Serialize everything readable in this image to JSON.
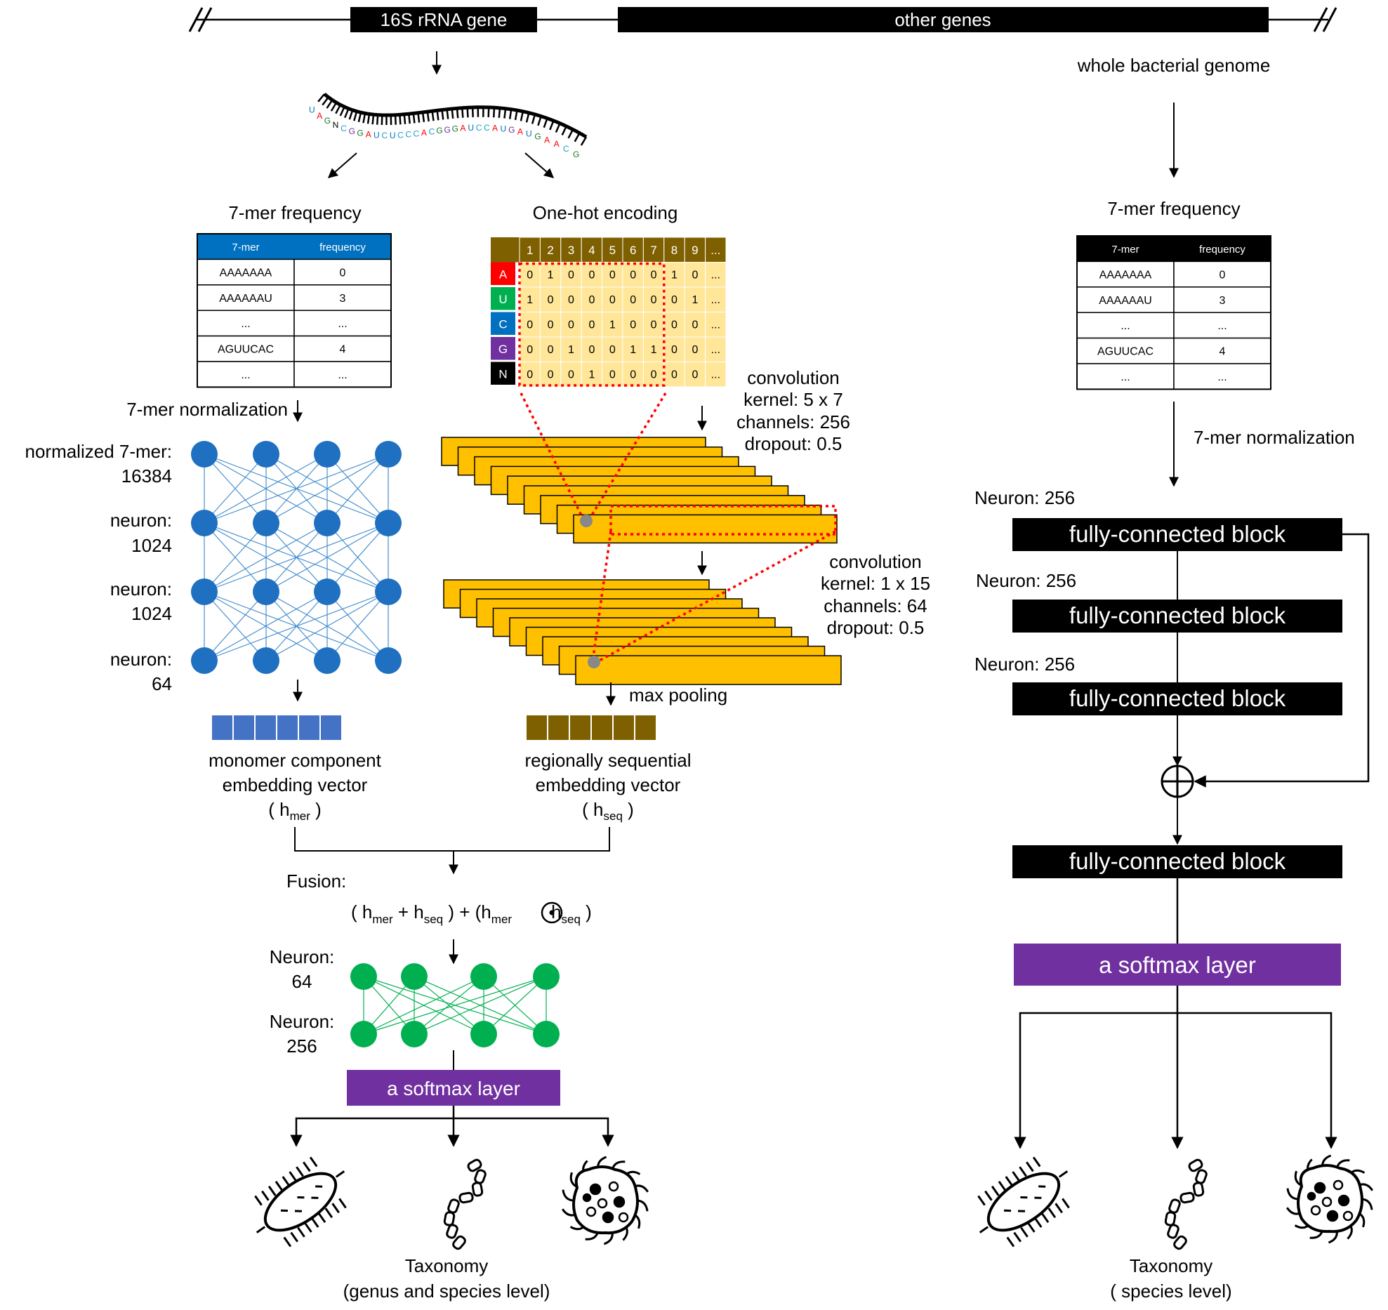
{
  "genome_bar": {
    "rrna_label": "16S rRNA gene",
    "other_label": "other genes",
    "whole_genome_label": "whole bacterial genome"
  },
  "rna_strand": {
    "letters": [
      "U",
      "A",
      "G",
      "N",
      "C",
      "G",
      "G",
      "A",
      "U",
      "C",
      "U",
      "C",
      "C",
      "C",
      "A",
      "C",
      "G",
      "G",
      "G",
      "A",
      "U",
      "C",
      "C",
      "A",
      "U",
      "G",
      "A",
      "U",
      "G",
      "A",
      "A",
      "C",
      "G"
    ]
  },
  "left_branch": {
    "kmer_title": "7-mer frequency",
    "kmer_table": {
      "headers": [
        "7-mer",
        "frequency"
      ],
      "rows": [
        [
          "AAAAAAA",
          "0"
        ],
        [
          "AAAAAAU",
          "3"
        ],
        [
          "...",
          "..."
        ],
        [
          "AGUUCAC",
          "4"
        ],
        [
          "...",
          "..."
        ]
      ]
    },
    "normalization_label": "7-mer normalization",
    "layer_labels": [
      {
        "l1": "normalized 7-mer:",
        "l2": "16384"
      },
      {
        "l1": "neuron:",
        "l2": "1024"
      },
      {
        "l1": "neuron:",
        "l2": "1024"
      },
      {
        "l1": "neuron:",
        "l2": "64"
      }
    ],
    "embedding_label": {
      "l1": "monomer component",
      "l2": "embedding vector",
      "l3": "( h",
      "sub": "mer",
      "end": " )"
    },
    "colors": {
      "node": "#1f70c1",
      "edge": "#4a90d0",
      "vector": "#4472c4"
    }
  },
  "middle_branch": {
    "onehot_title": "One-hot encoding",
    "onehot_header": [
      "1",
      "2",
      "3",
      "4",
      "5",
      "6",
      "7",
      "8",
      "9",
      "..."
    ],
    "onehot_rows": [
      {
        "base": "A",
        "color": "#ff0000",
        "values": [
          "0",
          "1",
          "0",
          "0",
          "0",
          "0",
          "0",
          "1",
          "0",
          "..."
        ]
      },
      {
        "base": "U",
        "color": "#00b050",
        "values": [
          "1",
          "0",
          "0",
          "0",
          "0",
          "0",
          "0",
          "0",
          "1",
          "..."
        ]
      },
      {
        "base": "C",
        "color": "#0070c0",
        "values": [
          "0",
          "0",
          "0",
          "0",
          "1",
          "0",
          "0",
          "0",
          "0",
          "..."
        ]
      },
      {
        "base": "G",
        "color": "#7030a0",
        "values": [
          "0",
          "0",
          "1",
          "0",
          "0",
          "1",
          "1",
          "0",
          "0",
          "..."
        ]
      },
      {
        "base": "N",
        "color": "#000000",
        "values": [
          "0",
          "0",
          "0",
          "1",
          "0",
          "0",
          "0",
          "0",
          "0",
          "..."
        ]
      }
    ],
    "conv1": {
      "l1": "convolution",
      "l2": "kernel: 5 x 7",
      "l3": "channels: 256",
      "l4": "dropout: 0.5"
    },
    "conv2": {
      "l1": "convolution",
      "l2": "kernel: 1 x 15",
      "l3": "channels: 64",
      "l4": "dropout: 0.5"
    },
    "max_pooling": "max pooling",
    "embedding_label": {
      "l1": "regionally sequential",
      "l2": "embedding vector",
      "l3": "( h",
      "sub": "seq",
      "end": " )"
    },
    "colors": {
      "header": "#7f6000",
      "cell": "#ffe699",
      "feature_map": "#ffc000",
      "vector": "#7f6000"
    }
  },
  "fusion": {
    "label": "Fusion:",
    "formula": {
      "p1": "( h",
      "s1": "mer",
      "p2": " + h",
      "s2": "seq",
      "p3": " ) + (h",
      "s3": "mer",
      "p4": "h",
      "s4": "seq",
      "p5": " )"
    },
    "neuron_labels": [
      {
        "l1": "Neuron:",
        "l2": "64"
      },
      {
        "l1": "Neuron:",
        "l2": "256"
      }
    ],
    "softmax": "a softmax layer",
    "taxonomy": {
      "l1": "Taxonomy",
      "l2": "(genus and species level)"
    },
    "colors": {
      "node": "#00b050",
      "edge": "#00b050",
      "softmax": "#7030a0"
    }
  },
  "right_branch": {
    "kmer_title": "7-mer frequency",
    "kmer_table": {
      "headers": [
        "7-mer",
        "frequency"
      ],
      "rows": [
        [
          "AAAAAAA",
          "0"
        ],
        [
          "AAAAAAU",
          "3"
        ],
        [
          "...",
          "..."
        ],
        [
          "AGUUCAC",
          "4"
        ],
        [
          "...",
          "..."
        ]
      ]
    },
    "normalization_label": "7-mer normalization",
    "neuron_labels": [
      "Neuron: 256",
      "Neuron: 256",
      "Neuron: 256"
    ],
    "fc_block": "fully-connected block",
    "softmax": "a softmax layer",
    "taxonomy": {
      "l1": "Taxonomy",
      "l2": "( species level)"
    },
    "colors": {
      "fc": "#000000",
      "softmax": "#7030a0"
    }
  }
}
